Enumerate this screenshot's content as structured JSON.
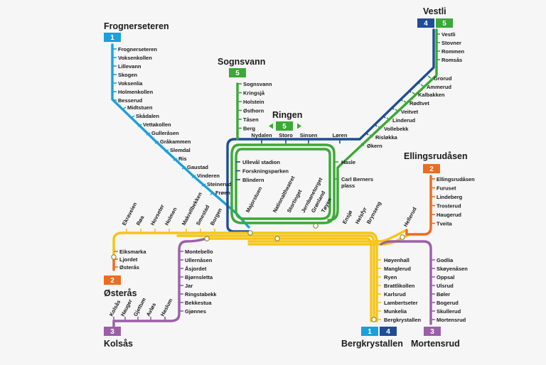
{
  "colors": {
    "line1": "#1aa0db",
    "line2": "#ee6b1f",
    "line3": "#9b5fa8",
    "line4": "#1f4d97",
    "line5": "#3aa935",
    "common": "#f5c518",
    "text": "#1a1a1a"
  },
  "termini": {
    "frognerseteren": "Frognerseteren",
    "sognsvann": "Sognsvann",
    "vestli": "Vestli",
    "ringen": "Ringen",
    "ellingsrudasen": "Ellingsrudåsen",
    "osteras": "Østerås",
    "kolsas": "Kolsås",
    "bergkrystallen": "Bergkrystallen",
    "mortensrud": "Mortensrud"
  },
  "badges": {
    "l1": "1",
    "l2": "2",
    "l3": "3",
    "l4": "4",
    "l5": "5"
  },
  "stations": {
    "line1": [
      "Frognerseteren",
      "Voksenkollen",
      "Lillevann",
      "Skogen",
      "Voksenlia",
      "Holmenkollen",
      "Besserud",
      "Midtstuen",
      "Skådalen",
      "Vettakollen",
      "Gulleråsen",
      "Gråkammen",
      "Slemdal",
      "Ris",
      "Gaustad",
      "Vinderen",
      "Steinerud",
      "Frøen"
    ],
    "sognsvann": [
      "Sognsvann",
      "Kringsjå",
      "Holstein",
      "Østhorn",
      "Tåsen",
      "Berg"
    ],
    "ring_top": [
      "Nydalen",
      "Storo",
      "Sinsen",
      "Løren"
    ],
    "ring_left": [
      "Ullevål stadion",
      "Forskningsparken",
      "Blindern"
    ],
    "carl": "Carl Berners plass",
    "hasle": "Hasle",
    "vestli": [
      "Vestli",
      "Stovner",
      "Rommen",
      "Romsås"
    ],
    "grorud": [
      "Grorud",
      "Ammerud",
      "Kalbakken",
      "Rødtvet",
      "Veitvet",
      "Linderud",
      "Vollebekk",
      "Risløkka",
      "Økern"
    ],
    "osteras_w": [
      "Ekraveien",
      "Røa",
      "Hovseter",
      "Holmen",
      "Makrellbekken",
      "Smestad",
      "Borgen"
    ],
    "central": [
      "Majorstuen",
      "Nationaltheatret",
      "Stortinget",
      "Jernbanetorget",
      "Grønland",
      "Tøyen"
    ],
    "east_diag": [
      "Ensjø",
      "Helsfyr",
      "Brynseng"
    ],
    "hellerud": "Hellerud",
    "osteras_s": [
      "Eiksmarka",
      "Ljordet",
      "Østerås"
    ],
    "kolsas_n": [
      "Montebello",
      "Ullernåsen",
      "Åsjordet",
      "Bjørnsletta",
      "Jar",
      "Ringstabekk",
      "Bekkestua",
      "Gjønnes"
    ],
    "kolsas_w": [
      "Kolsås",
      "Hauger",
      "Gjettum",
      "Avløs",
      "Haslum"
    ],
    "bergkrystallen": [
      "Høyenhall",
      "Manglerud",
      "Ryen",
      "Brattlikollen",
      "Karlsrud",
      "Lambertseter",
      "Munkelia",
      "Bergkrystallen"
    ],
    "ellingsrud": [
      "Ellingsrudåsen",
      "Furuset",
      "Lindeberg",
      "Trosterud",
      "Haugerud",
      "Tveita"
    ],
    "mortensrud": [
      "Godlia",
      "Skøyenåsen",
      "Oppsal",
      "Ulsrud",
      "Bøler",
      "Bogerud",
      "Skullerud",
      "Mortensrud"
    ]
  }
}
